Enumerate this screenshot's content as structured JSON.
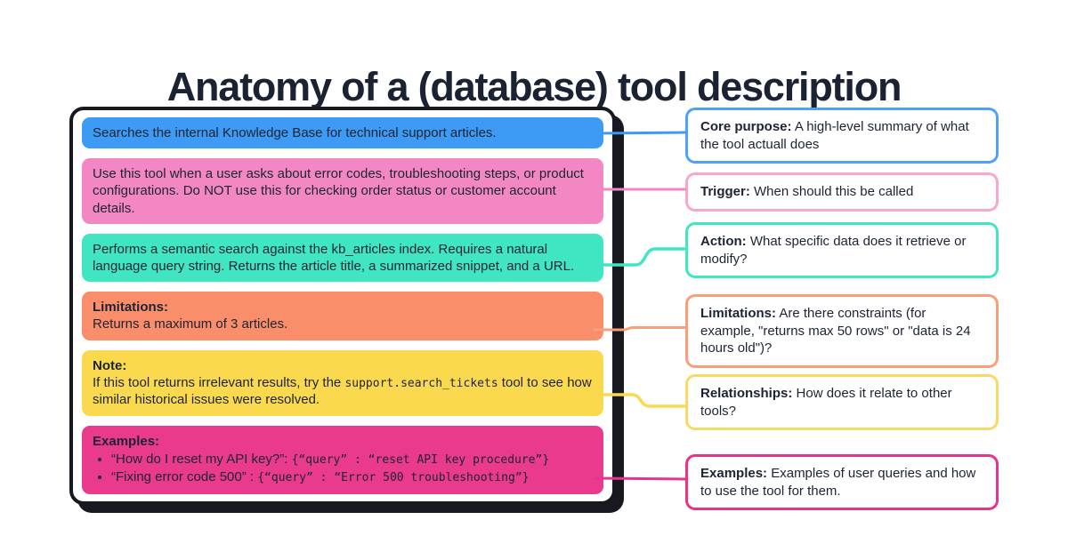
{
  "title": "Anatomy of a (database) tool description",
  "colors": {
    "ink": "#1c2433",
    "panel_border": "#181820",
    "block_blue": "#3d9bf5",
    "block_pink": "#f287c4",
    "block_teal": "#40e6c2",
    "block_orange": "#fa8d6a",
    "block_yellow": "#fad94f",
    "block_magenta": "#e93a8e",
    "callout_border_blue": "#4da1f8",
    "callout_border_pink": "#f7a6cf",
    "callout_border_teal": "#40e6c4",
    "callout_border_orange": "#f99e79",
    "callout_border_yellow": "#f9d965",
    "callout_border_magenta": "#e9338a"
  },
  "panel": {
    "blocks": {
      "core_purpose": {
        "text": "Searches the internal Knowledge Base for technical support articles."
      },
      "trigger": {
        "text": "Use this tool when a user asks about error codes, troubleshooting steps, or product configurations. Do NOT use this for checking order status or customer account details."
      },
      "action": {
        "text": "Performs a semantic search against the kb_articles index. Requires a natural language query string. Returns the article title, a summarized snippet, and a URL."
      },
      "limitations": {
        "heading": "Limitations:",
        "text": "Returns a maximum of 3 articles."
      },
      "note": {
        "heading": "Note:",
        "text_before_code": "If this tool returns irrelevant results, try the ",
        "code": "support.search_tickets",
        "text_after_code": " tool to see how similar historical issues were resolved."
      },
      "examples": {
        "heading": "Examples:",
        "bullets": [
          {
            "label": "“How do I reset my API key?”: ",
            "code": "{“query” : “reset API key procedure”}"
          },
          {
            "label": "“Fixing error code 500” : ",
            "code": "{“query” : “Error 500 troubleshooting”}"
          }
        ]
      }
    }
  },
  "callouts": [
    {
      "label": "Core purpose:",
      "text": "A high-level summary of what the tool actuall does"
    },
    {
      "label": "Trigger:",
      "text": "When should this be called"
    },
    {
      "label": "Action:",
      "text": "What specific data does it retrieve or modify?"
    },
    {
      "label": "Limitations:",
      "text": "Are there constraints (for example, \"returns max 50 rows\" or \"data is 24 hours old\")?"
    },
    {
      "label": "Relationships:",
      "text": "How does it relate to other tools?"
    },
    {
      "label": "Examples:",
      "text": "Examples of user queries and how to use the tool for them."
    }
  ]
}
